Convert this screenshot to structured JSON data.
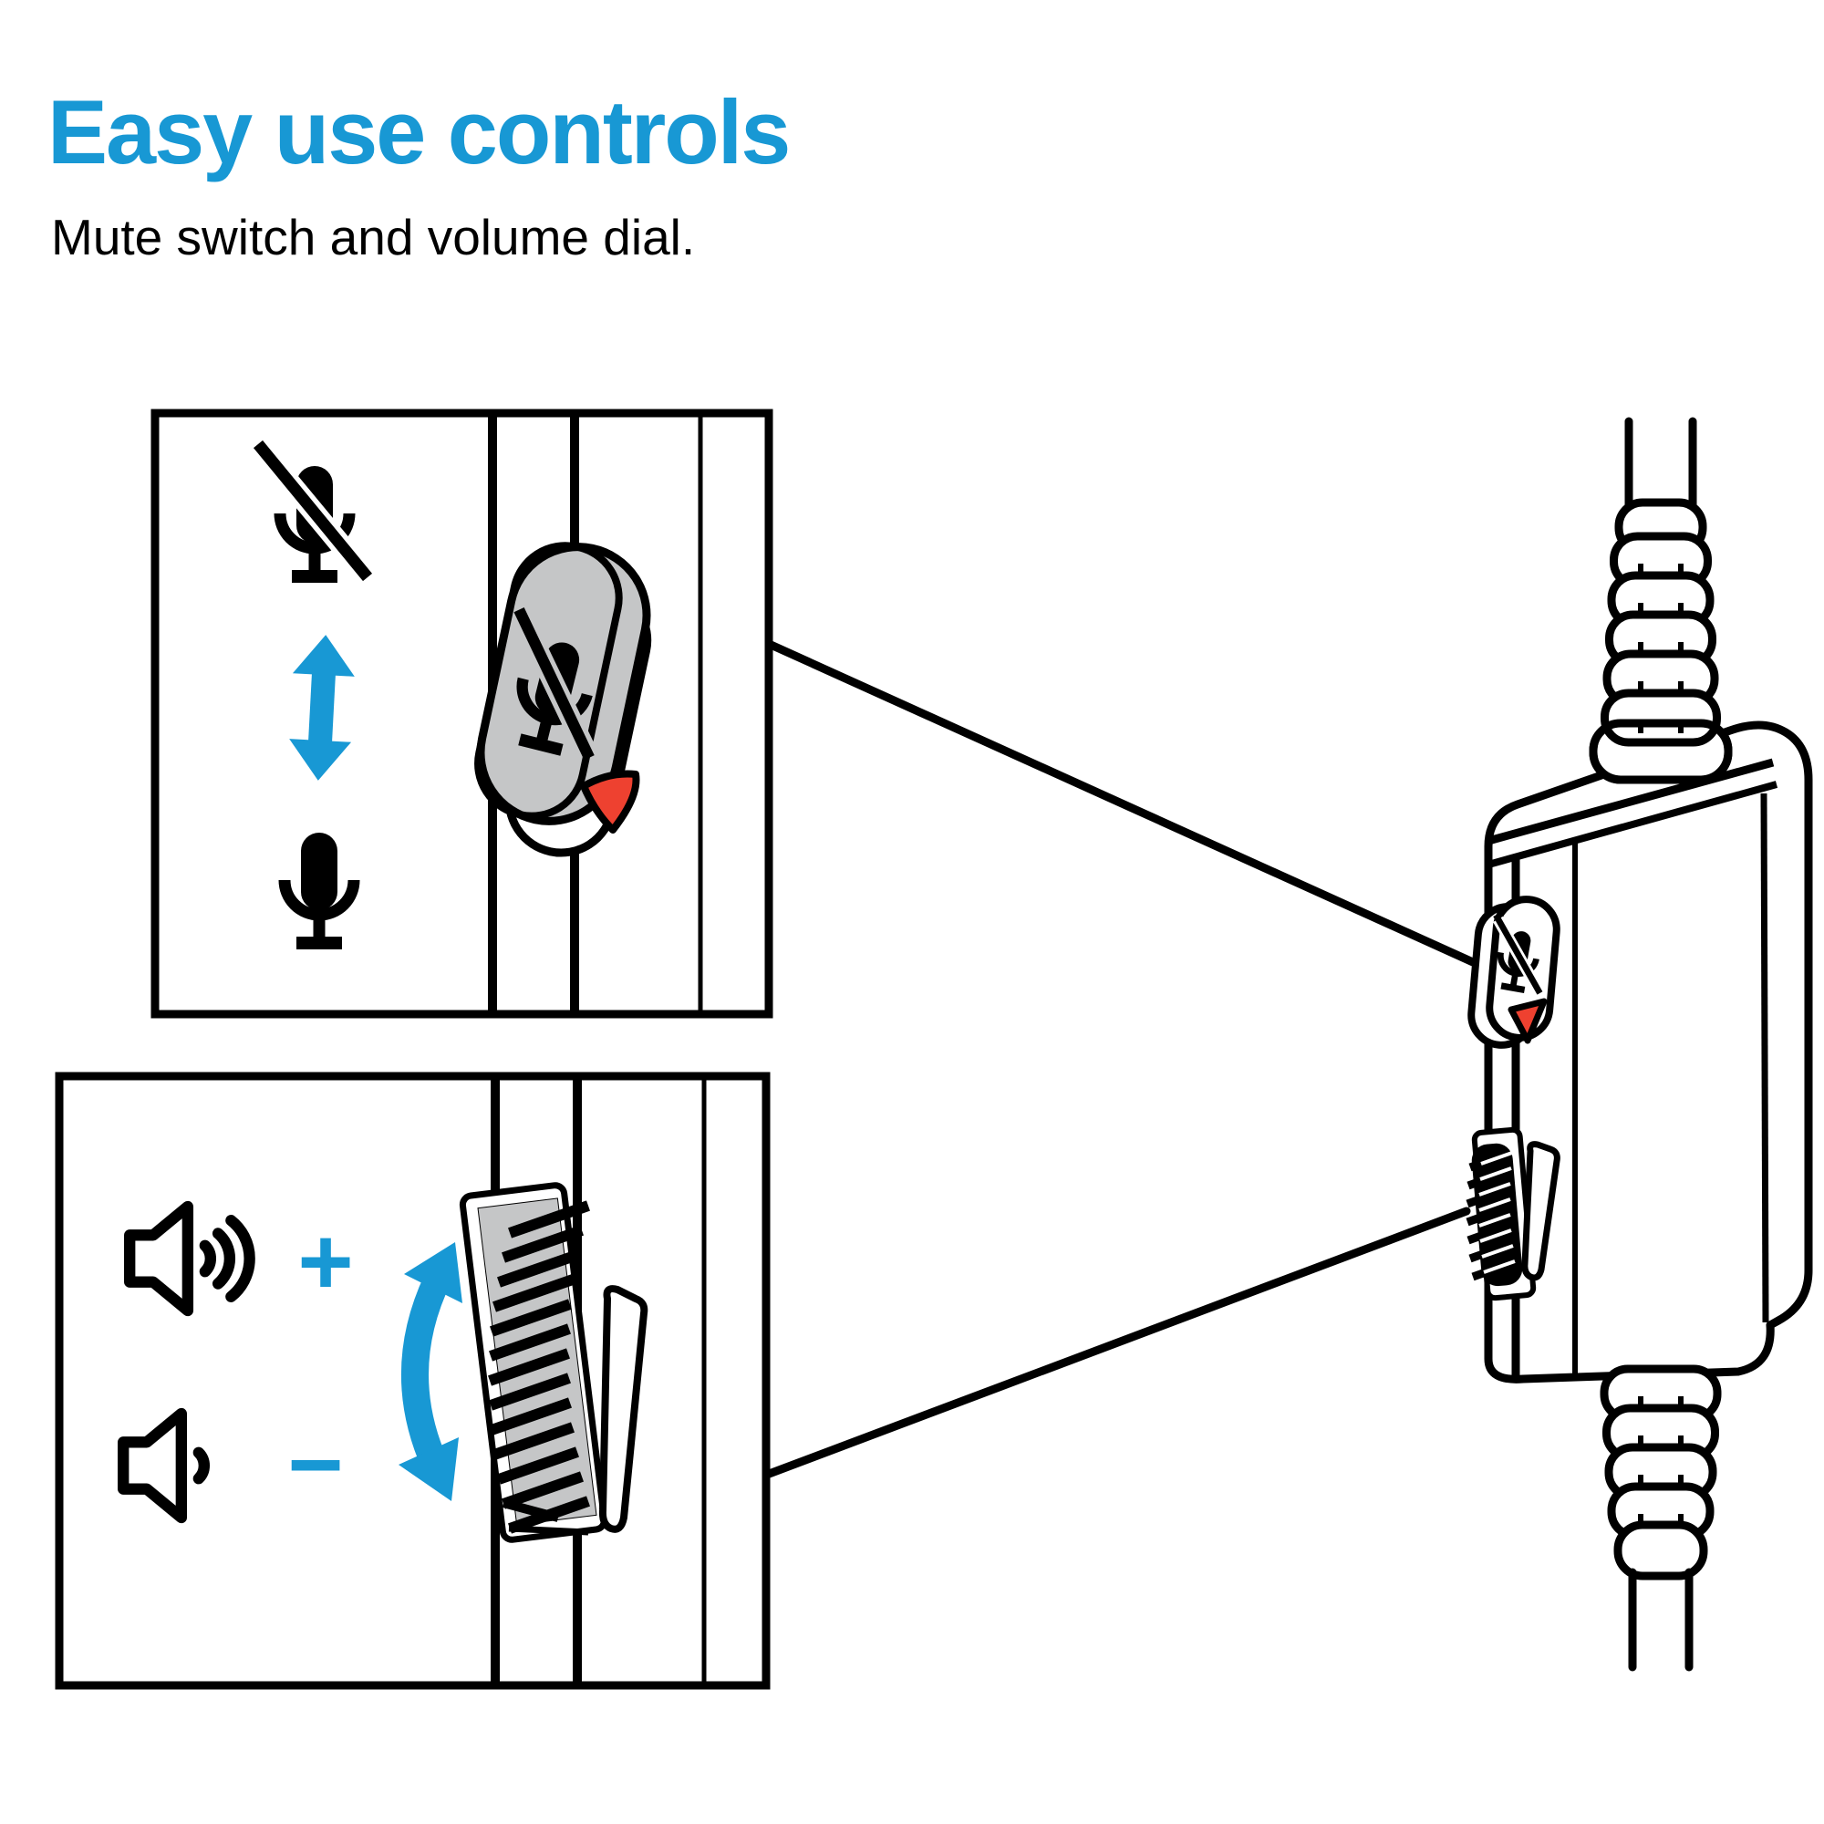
{
  "page": {
    "title": "Easy use controls",
    "subtitle": "Mute switch and volume dial.",
    "background_color": "#ffffff"
  },
  "colors": {
    "accent_blue": "#1898D4",
    "indicator_red": "#EE4130",
    "control_gray": "#C5C6C7",
    "line_black": "#000000"
  },
  "mute_callout": {
    "icons": [
      "mic-muted-icon",
      "up-down-arrow-icon",
      "mic-icon"
    ],
    "control_name": "mute-slider",
    "indicator_color": "#EE4130"
  },
  "volume_callout": {
    "plus_label": "+",
    "minus_label": "−",
    "icons": [
      "speaker-loud-icon",
      "rotate-arrow-icon",
      "speaker-quiet-icon"
    ],
    "control_name": "volume-wheel"
  },
  "device": {
    "name": "inline-cable-remote",
    "parts": [
      "cable",
      "strain-relief",
      "remote-body",
      "mute-slider",
      "volume-wheel",
      "volume-pointer"
    ]
  }
}
